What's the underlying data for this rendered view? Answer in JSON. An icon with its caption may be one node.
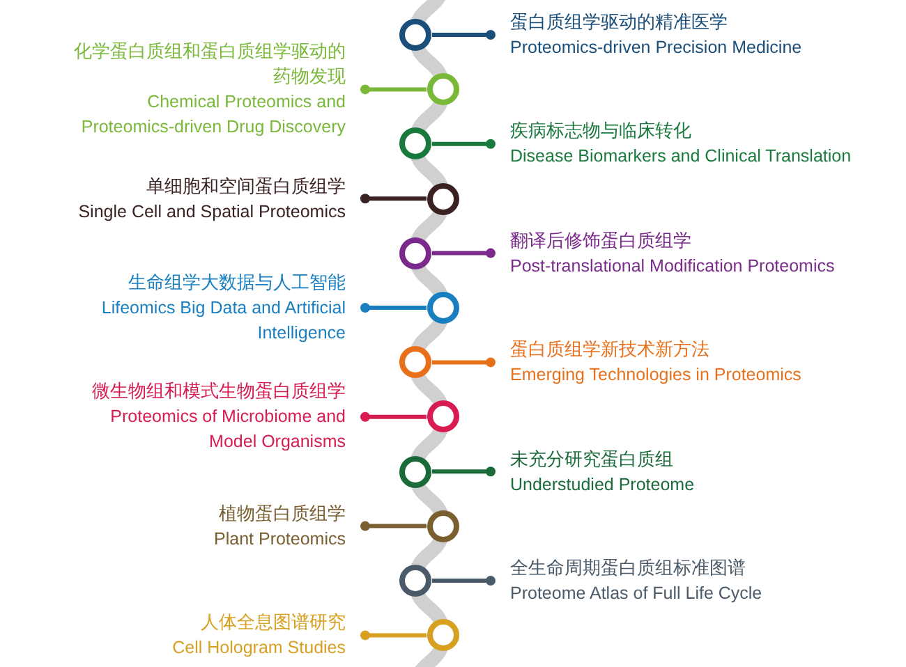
{
  "diagram": {
    "nodes": [
      {
        "text": [
          "蛋白质组学驱动的精准医学",
          "Proteomics-driven Precision Medicine"
        ]
      },
      {
        "text": [],
        "shape": "circle"
      },
      {
        "text": [
          "化学蛋白质组和蛋白质组学驱动的药物发现",
          "Chemical Proteomics and Proteomics-driven Drug Discovery"
        ]
      },
      {
        "text": [],
        "shape": "circle"
      },
      {
        "text": [
          "疾病标志物与临床转化",
          "Disease Biomarkers and Clinical Translation"
        ]
      },
      {
        "text": [],
        "shape": "circle"
      },
      {
        "text": [
          "单细胞和空间蛋白质组学",
          "Single Cell and Spatial Proteomics"
        ]
      },
      {
        "text": [],
        "shape": "circle"
      },
      {
        "text": [
          "翻译后修饰蛋白质组学",
          "Post-translational Modification Proteomics"
        ]
      },
      {
        "text": [],
        "shape": "circle"
      },
      {
        "text": [
          "生命组学大数据与人工智能",
          "Lifeomics Big Data and Artificial Intelligence"
        ]
      },
      {
        "text": [],
        "shape": "circle"
      },
      {
        "text": [
          "蛋白质组学新技术新方法",
          "Emerging Technologies in Proteomics"
        ]
      },
      {
        "text": [],
        "shape": "circle"
      },
      {
        "text": [
          "微生物组和模式生物蛋白质组学",
          "Proteomics of Microbiome and Model Organisms"
        ]
      },
      {
        "text": [],
        "shape": "circle"
      },
      {
        "text": [
          "未充分研究蛋白质组",
          "Understudied Proteome"
        ]
      },
      {
        "text": [],
        "shape": "circle"
      },
      {
        "text": [
          "植物蛋白质组学",
          "Plant Proteomics"
        ]
      },
      {
        "text": [],
        "shape": "circle"
      },
      {
        "text": [
          "全生命周期蛋白质组标准图谱",
          "Proteome Atlas of Full Life Cycle"
        ]
      },
      {
        "text": [],
        "shape": "circle"
      },
      {
        "text": [
          "人体全息图谱研究",
          "Cell Hologram Studies"
        ]
      },
      {
        "text": [],
        "shape": "circle"
      }
    ],
    "edges": [
      {
        "from": 0,
        "to": 1,
        "arrow": "other",
        "color": "#1b4f7a"
      },
      {
        "from": 2,
        "to": 3,
        "arrow": "other",
        "color": "#7ab83a"
      },
      {
        "from": 4,
        "to": 5,
        "arrow": "other",
        "color": "#1a7a3e"
      },
      {
        "from": 6,
        "to": 7,
        "arrow": "other",
        "color": "#3a2222"
      },
      {
        "from": 8,
        "to": 9,
        "arrow": "other",
        "color": "#7a2a8a"
      },
      {
        "from": 10,
        "to": 11,
        "arrow": "other",
        "color": "#1a7fc0"
      },
      {
        "from": 12,
        "to": 13,
        "arrow": "other",
        "color": "#e8701a"
      },
      {
        "from": 14,
        "to": 15,
        "arrow": "other",
        "color": "#d81b50"
      },
      {
        "from": 16,
        "to": 17,
        "arrow": "other",
        "color": "#1a6a3a"
      },
      {
        "from": 18,
        "to": 19,
        "arrow": "other",
        "color": "#7a6030"
      },
      {
        "from": 20,
        "to": 21,
        "arrow": "other",
        "color": "#4a5a68"
      },
      {
        "from": 22,
        "to": 23,
        "arrow": "other",
        "color": "#d8a020"
      }
    ]
  }
}
